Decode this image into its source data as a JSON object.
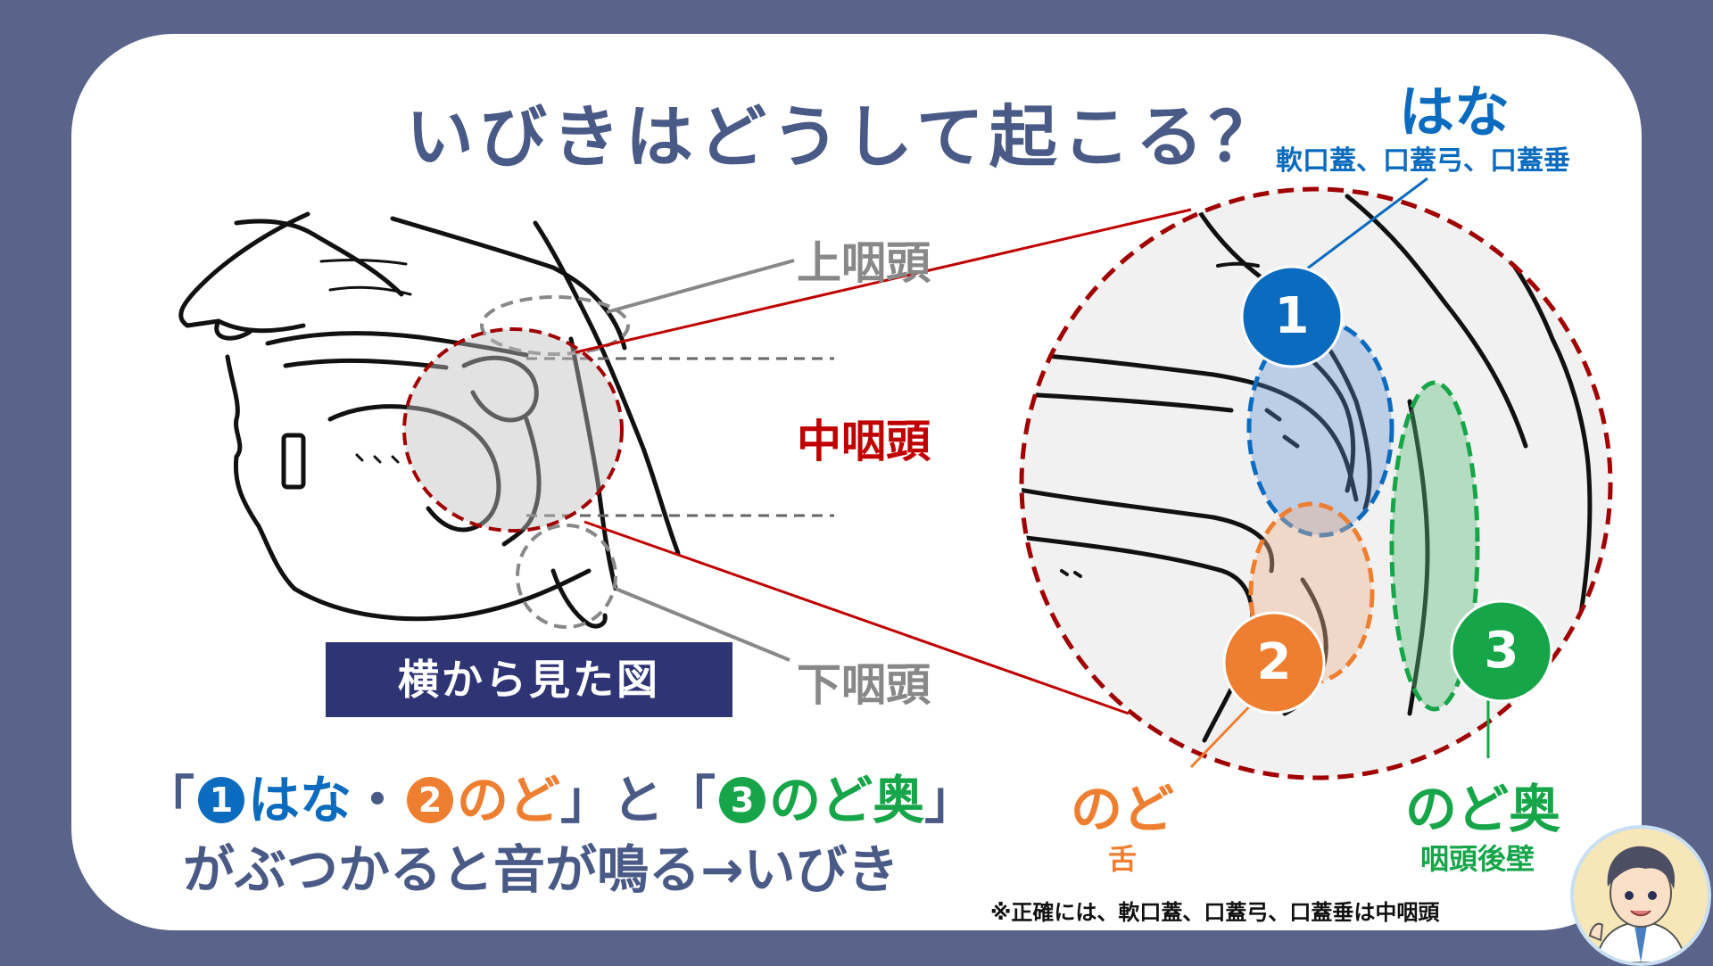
{
  "title": "いびきはどうして起こる？",
  "labels": {
    "upper": "上咽頭",
    "middle": "中咽頭",
    "lower": "下咽頭",
    "side_view": "横から見た図"
  },
  "callouts": {
    "nose": {
      "number": "1",
      "title": "はな",
      "sub": "軟口蓋、口蓋弓、口蓋垂"
    },
    "throat": {
      "number": "2",
      "title": "のど",
      "sub": "舌"
    },
    "back": {
      "number": "3",
      "title": "のど奥",
      "sub": "咽頭後壁"
    }
  },
  "summary": {
    "open1": "「",
    "n1": "1",
    "t1": "はな",
    "dot": "・",
    "n2": "2",
    "t2": "のど",
    "close1": "」と「",
    "n3": "3",
    "t3": "のど奥",
    "close2": "」",
    "line2": "がぶつかると音が鳴る→いびき"
  },
  "note": "※正確には、軟口蓋、口蓋弓、口蓋垂は中咽頭",
  "colors": {
    "background": "#5a6389",
    "title": "#4a5a86",
    "red": "#c00000",
    "blue": "#0b6bbf",
    "orange": "#ee7e30",
    "green": "#17a54a",
    "gray": "#888888",
    "navy": "#2f3474"
  }
}
